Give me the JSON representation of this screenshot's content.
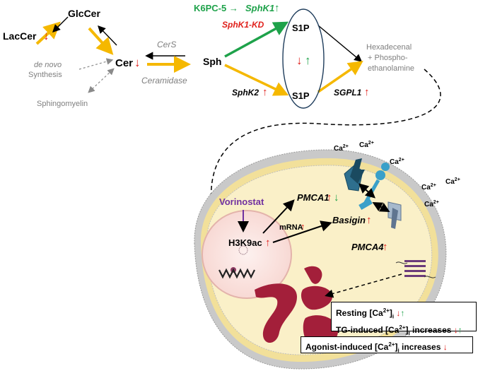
{
  "colors": {
    "arrow_yellow": "#f5b800",
    "arrow_green": "#1ea24a",
    "down_red": "#e0201b",
    "up_green": "#1ea24a",
    "cell_fill": "#faf0c8",
    "nucleus_fill": "#fbe6e3",
    "er_red": "#a31f3a",
    "drug_purple": "#7030a0",
    "pump_blue": "#2e6f8e"
  },
  "pathway": {
    "laccer": "LacCer",
    "glccer": "GlcCer",
    "cer": "Cer",
    "de_novo": "de novo",
    "synthesis": "Synthesis",
    "sphingomyelin": "Sphingomyelin",
    "cers": "CerS",
    "ceramidase": "Ceramidase",
    "sph": "Sph",
    "k6pc5": "K6PC-5 →",
    "sphk1_green": "SphK1",
    "sphk1_kd": "SphK1-KD",
    "sphk2": "SphK2",
    "s1p_top": "S1P",
    "s1p_bottom": "S1P",
    "sgpl1": "SGPL1",
    "hexadecenal_1": "Hexadecenal",
    "hexadecenal_2": "+ Phospho-",
    "hexadecenal_3": "ethanolamine"
  },
  "arrows": {
    "up": "↑",
    "down": "↓"
  },
  "cell": {
    "ca_label": "Ca",
    "ca_sup": "2+",
    "vorinostat": "Vorinostat",
    "h3k9ac": "H3K9ac",
    "mrna": "mRNA",
    "pmca1": "PMCA1",
    "basigin": "Basigin",
    "pmca4": "PMCA4"
  },
  "boxes": {
    "resting_prefix": "Resting [Ca",
    "resting_suffix": "]",
    "resting_sub": "i",
    "tg_prefix": "TG-induced [Ca",
    "tg_suffix": "]",
    "tg_sub": "i",
    "tg_tail": " increases",
    "agonist_prefix": "Agonist-induced [Ca",
    "agonist_suffix": "]",
    "agonist_sub": "i",
    "agonist_tail": " increases",
    "sup": "2+"
  }
}
